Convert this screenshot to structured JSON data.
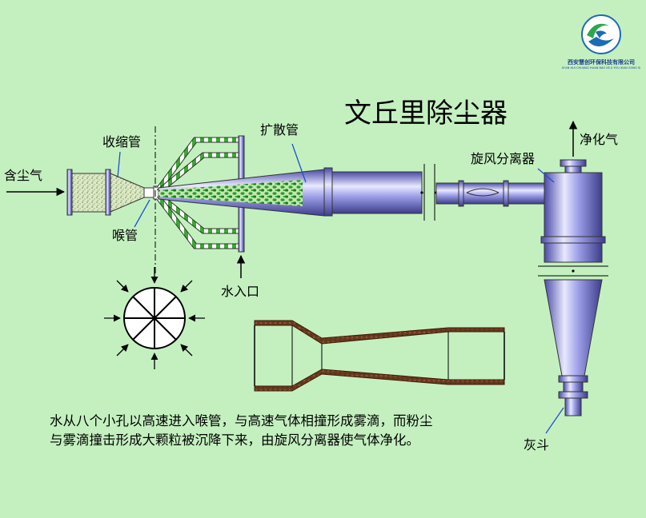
{
  "title": "文丘里除尘器",
  "company": {
    "name": "西安慧创环保科技有限公司",
    "name_en": "XI'AN HUI CHUANG HUAN BAO KE JI YOU XIAN GONG SI",
    "logo_icon": "company-logo-icon"
  },
  "labels": {
    "inlet": "含尘气",
    "converging": "收缩管",
    "throat": "喉管",
    "diffuser": "扩散管",
    "water_inlet": "水入口",
    "cyclone": "旋风分离器",
    "clean_gas": "净化气",
    "ash_hopper": "灰斗"
  },
  "caption": {
    "line1": "水从八个小孔以高速进入喉管，与高速气体相撞形成雾滴，而粉尘",
    "line2": "与雾滴撞击形成大颗粒被沉降下来，由旋风分离器使气体净化。"
  },
  "colors": {
    "background": "#c4f0c0",
    "pipe": "#8f92e0",
    "pipe_dark": "#4a4aa0",
    "droplet_green": "#2f9a2a",
    "profile_brown": "#6b3a1e"
  }
}
